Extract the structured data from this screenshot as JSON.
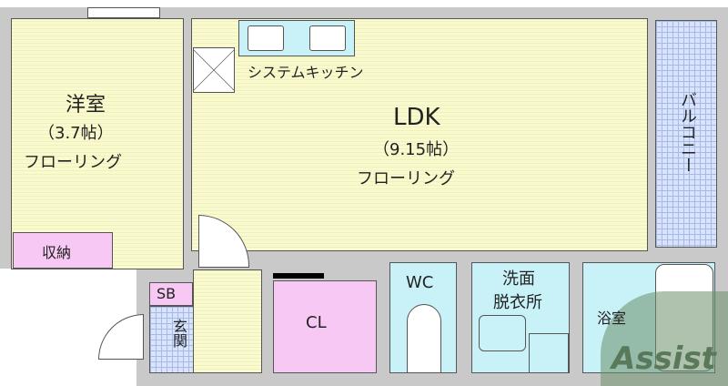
{
  "rooms": {
    "western": {
      "name": "洋室",
      "size": "（3.7帖）",
      "floor": "フローリング"
    },
    "storage": {
      "name": "収納"
    },
    "ldk": {
      "name": "LDK",
      "size": "（9.15帖）",
      "floor": "フローリング"
    },
    "kitchen": {
      "name": "システムキッチン"
    },
    "balcony": {
      "name": "バルコニー"
    },
    "shoe_box": {
      "name": "SB"
    },
    "entrance": {
      "name": "玄関"
    },
    "closet": {
      "name": "CL"
    },
    "toilet": {
      "name": "WC"
    },
    "washroom": {
      "name": "洗面\n脱衣所",
      "line1": "洗面",
      "line2": "脱衣所"
    },
    "bathroom": {
      "name": "浴室"
    }
  },
  "watermark": {
    "text": "Assist",
    "color": "#6b8f6b"
  },
  "colors": {
    "floor": "#fafad0",
    "wall": "#c9c9c9",
    "storage": "#f8c8f4",
    "wet_area": "#c8f2f8",
    "balcony": "#d8e4fb"
  }
}
